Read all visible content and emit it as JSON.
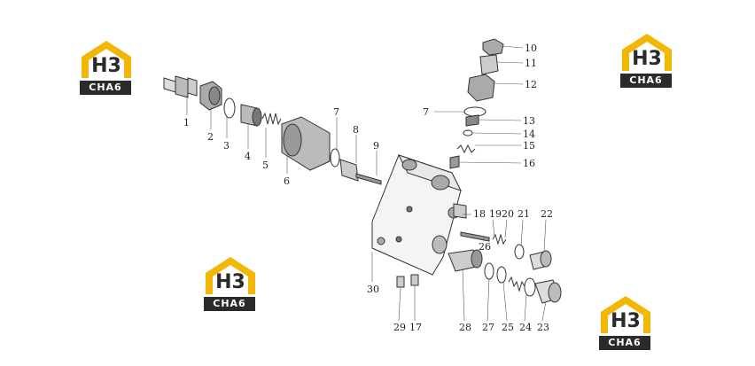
{
  "logo": {
    "mark": "H3",
    "text": "CHA6",
    "accent_color": "#f2b705",
    "dark_color": "#2a2a2a"
  },
  "part_numbers": [
    "1",
    "2",
    "3",
    "4",
    "5",
    "6",
    "7",
    "8",
    "9",
    "10",
    "11",
    "12",
    "7",
    "13",
    "14",
    "15",
    "16",
    "18",
    "19",
    "20",
    "21",
    "22",
    "26",
    "30",
    "29",
    "17",
    "28",
    "27",
    "25",
    "24",
    "23"
  ]
}
